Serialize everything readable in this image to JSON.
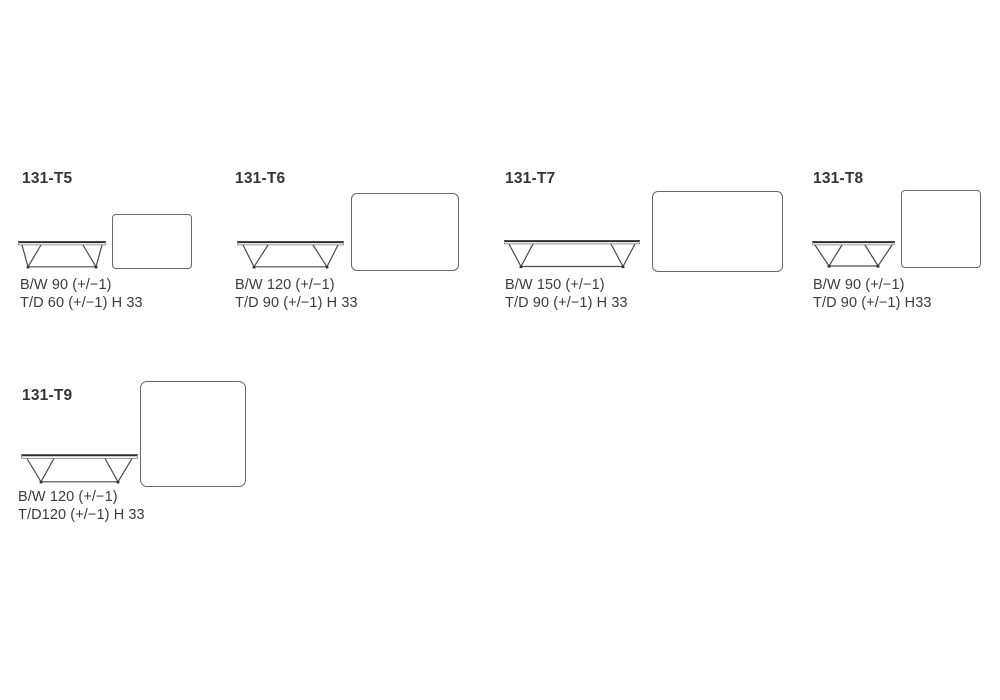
{
  "colors": {
    "background": "#ffffff",
    "drawing_line": "#4a4a4e",
    "drawing_line_dark": "#2e2e32",
    "drawing_line_light": "#98989c",
    "outline": "#67676c",
    "text": "#3b3b41",
    "label": "#33333a"
  },
  "products": [
    {
      "model_label": "131-T5",
      "dim_line1": "B/W 90 (+/−1)",
      "dim_line2": "T/D 60 (+/−1) H 33"
    },
    {
      "model_label": "131-T6",
      "dim_line1": "B/W 120 (+/−1)",
      "dim_line2": "T/D 90 (+/−1) H 33"
    },
    {
      "model_label": "131-T7",
      "dim_line1": "B/W 150 (+/−1)",
      "dim_line2": "T/D 90 (+/−1) H 33"
    },
    {
      "model_label": "131-T8",
      "dim_line1": "B/W 90 (+/−1)",
      "dim_line2": "T/D 90 (+/−1) H33"
    },
    {
      "model_label": "131-T9",
      "dim_line1": "B/W 120 (+/−1)",
      "dim_line2": "T/D120 (+/−1) H 33"
    }
  ]
}
